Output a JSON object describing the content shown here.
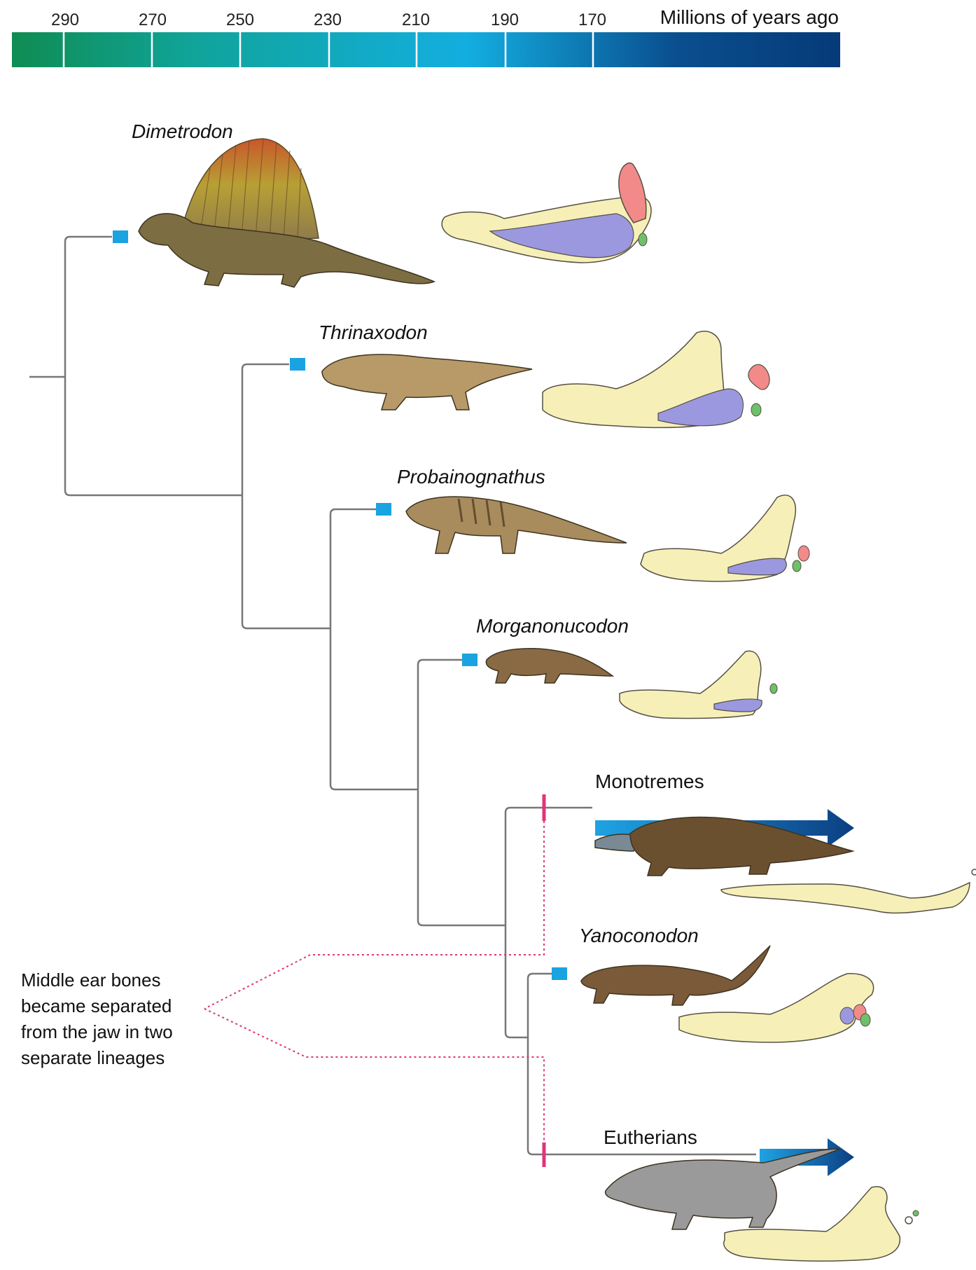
{
  "timeline": {
    "ticks": [
      "290",
      "270",
      "250",
      "230",
      "210",
      "190",
      "170"
    ],
    "unit": "Millions of years ago",
    "gradient_colors": [
      "#0f8c52",
      "#10a49a",
      "#13aee0",
      "#0a4f8f",
      "#063a78"
    ]
  },
  "taxa": {
    "dimetrodon": "Dimetrodon",
    "thrinaxodon": "Thrinaxodon",
    "probainognathus": "Probainognathus",
    "morganucodon": "Morganonucodon",
    "monotremes": "Monotremes",
    "yanoconodon": "Yanoconodon",
    "eutherians": "Eutherians"
  },
  "annotation": {
    "lines": [
      "Middle ear bones",
      "became separated",
      "from the jaw in two",
      "separate lineages"
    ]
  },
  "colors": {
    "branch": "#777777",
    "node_marker": "#1aa3e0",
    "separation_marker": "#e0357a",
    "bone": "#f6f0b8",
    "bone_outline": "#555044",
    "jaw_blue": "#9c98df",
    "jaw_pink": "#f28a8a",
    "jaw_green": "#6fc06a",
    "arrow_dark": "#0c3f82",
    "arrow_light": "#1fa3e3"
  }
}
